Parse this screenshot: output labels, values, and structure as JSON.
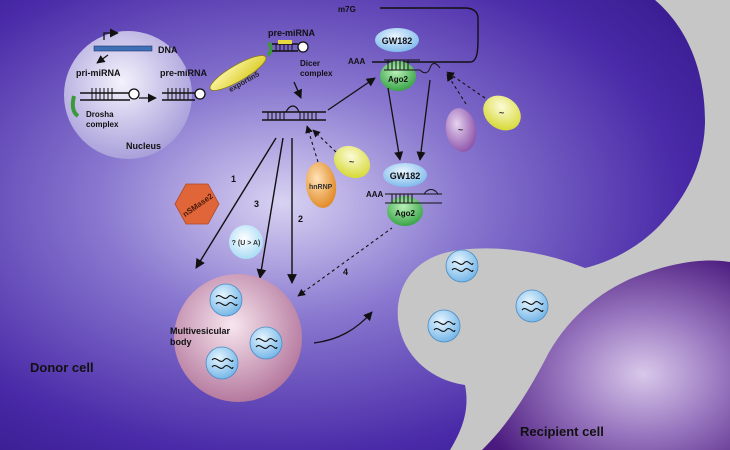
{
  "labels": {
    "dna": "DNA",
    "pri_mirna": "pri-miRNA",
    "pre_mirna_nucleus": "pre-miRNA",
    "drosha_line1": "Drosha",
    "drosha_line2": "complex",
    "nucleus": "Nucleus",
    "exportin": "exportin5",
    "pre_mirna_cyto": "pre-miRNA",
    "dicer_line1": "Dicer",
    "dicer_line2": "complex",
    "m7g": "m7G",
    "aaa_top": "AAA",
    "gw182_top": "GW182",
    "ago2_top": "Ago2",
    "gw182_bottom": "GW182",
    "aaa_bottom": "AAA",
    "ago2_bottom": "Ago2",
    "hnrnp": "hnRNP",
    "nsmase2": "nSMase2",
    "u_to_a": "? (U > A)",
    "path1": "1",
    "path2": "2",
    "path3": "3",
    "path4": "4",
    "mvb_line1": "Multivesicular",
    "mvb_line2": "body",
    "donor_cell": "Donor cell",
    "recipient_cell": "Recipient cell"
  },
  "colors": {
    "background": "#c6c6c6",
    "donor_cell": "#4a2aa8",
    "recipient_cell": "#5a2a8e",
    "nucleus": "#a9a0de",
    "mvb": "#b57aa6",
    "exosome": "#8ec9ef",
    "gw182": "#8fc5ee",
    "ago2": "#39b34a",
    "hnrnp": "#e8932e",
    "nsmase2": "#e0663a",
    "yellow_protein": "#e2e64a",
    "purple_protein": "#9a62b6",
    "dna_bar": "#3f6fb5"
  }
}
